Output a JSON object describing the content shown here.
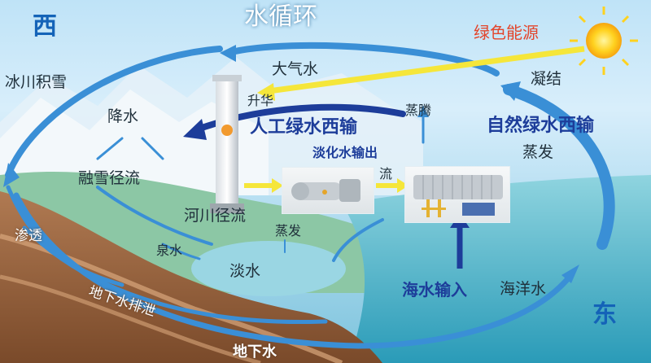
{
  "title": "水循环",
  "directions": {
    "west": "西",
    "east": "东"
  },
  "labels": {
    "green_energy": "绿色能源",
    "atmospheric_water": "大气水",
    "condensation": "凝结",
    "glacier_snow": "冰川积雪",
    "precipitation": "降水",
    "sublimation": "升华",
    "transpiration": "蒸腾",
    "snowmelt_runoff": "融雪径流",
    "evaporation_right": "蒸发",
    "river_runoff": "河川径流",
    "flow": "流",
    "seepage": "渗透",
    "spring": "泉水",
    "evaporation_center": "蒸发",
    "fresh_water": "淡水",
    "ocean_water": "海洋水",
    "groundwater_discharge": "地下水排泄",
    "groundwater": "地下水"
  },
  "annotations": {
    "artificial_green_water_west": "人工绿水西输",
    "natural_green_water_west": "自然绿水西输",
    "desalinated_export": "淡化水输出",
    "seawater_input": "海水输入"
  },
  "colors": {
    "cycle_arrow": "#3a8fd6",
    "highlight_arrow": "#f5e63a",
    "annotation_text": "#1d3d9a",
    "sun": "#ffd21f",
    "green_energy_text": "#e3452b"
  }
}
